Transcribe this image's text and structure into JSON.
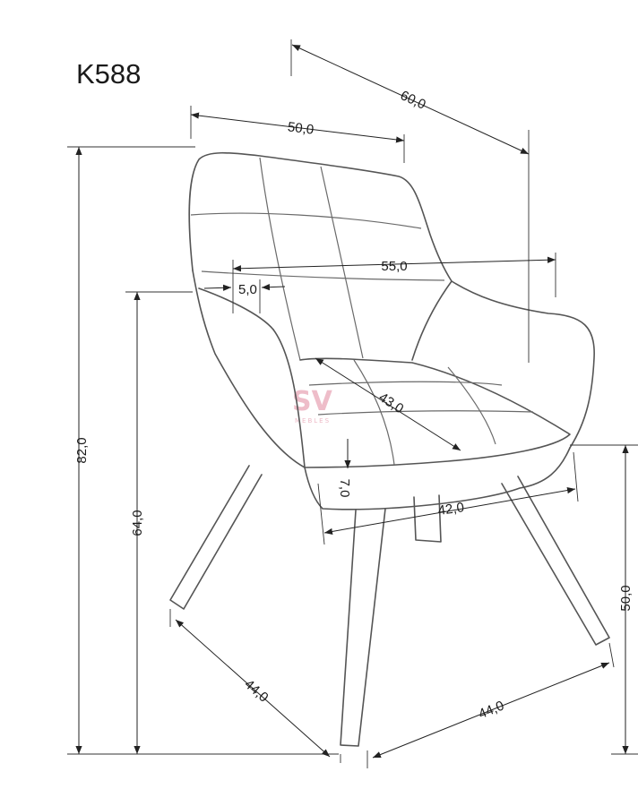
{
  "title": "K588",
  "watermark": {
    "logo": "SV",
    "tagline": "MEBLES"
  },
  "dimensions": {
    "total_depth": "60,0",
    "seat_width": "50,0",
    "arm_width": "55,0",
    "back_offset": "5,0",
    "seat_depth": "43,0",
    "total_height": "82,0",
    "arm_height": "64,0",
    "cushion_thickness": "7,0",
    "base_width": "42,0",
    "seat_height": "50,0",
    "leg_span_left": "44,0",
    "leg_span_right": "44,0"
  },
  "colors": {
    "line": "#555555",
    "dimension": "#222222",
    "watermark": "#e9a7b8"
  }
}
